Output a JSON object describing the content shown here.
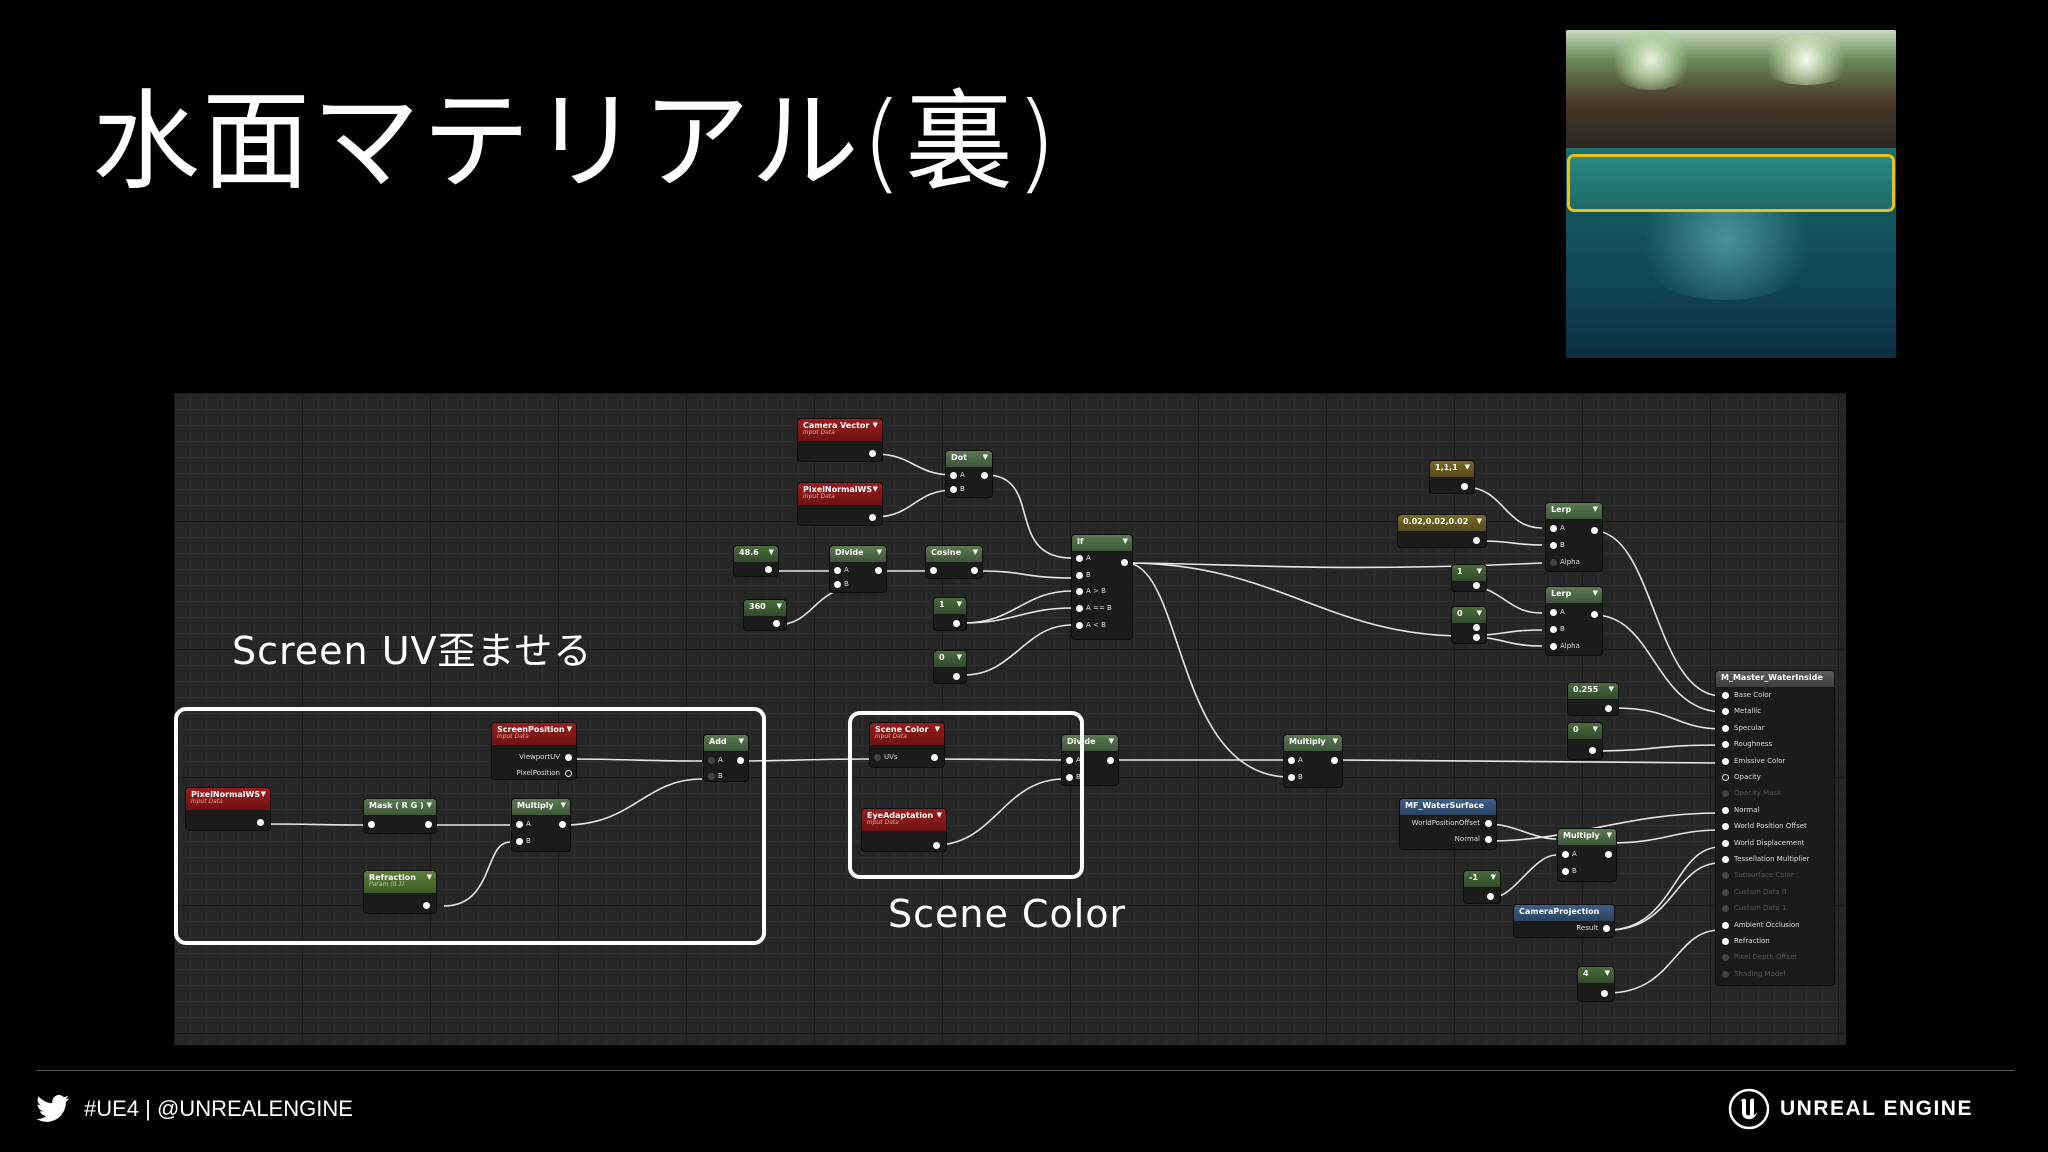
{
  "slide": {
    "title": "水面マテリアル(裏)",
    "footer_handle": "#UE4 | @UNREALENGINE",
    "footer_brand": "UNREAL ENGINE"
  },
  "labels": {
    "screen_uv": "Screen UV歪ませる",
    "scene_color": "Scene Color"
  },
  "nodes": {
    "camera_vector": {
      "title": "Camera Vector",
      "sub": "Input Data"
    },
    "pixel_normal_top": {
      "title": "PixelNormalWS",
      "sub": "Input Data"
    },
    "dot": {
      "title": "Dot",
      "pins": [
        "A",
        "B"
      ]
    },
    "const_48_6": {
      "title": "48.6"
    },
    "divide1": {
      "title": "Divide",
      "pins": [
        "A",
        "B"
      ]
    },
    "cosine": {
      "title": "Cosine"
    },
    "const_360": {
      "title": "360"
    },
    "const_1a": {
      "title": "1"
    },
    "const_0a": {
      "title": "0"
    },
    "if": {
      "title": "If",
      "pins": [
        "A",
        "B",
        "A > B",
        "A == B",
        "A < B"
      ]
    },
    "const_111": {
      "title": "1,1,1"
    },
    "const_002": {
      "title": "0.02,0.02,0.02"
    },
    "lerp1": {
      "title": "Lerp",
      "pins": [
        "A",
        "B",
        "Alpha"
      ]
    },
    "const_1b": {
      "title": "1"
    },
    "const_0b": {
      "title": "0"
    },
    "lerp2": {
      "title": "Lerp",
      "pins": [
        "A",
        "B",
        "Alpha"
      ]
    },
    "screen_position": {
      "title": "ScreenPosition",
      "sub": "Input Data",
      "pins": [
        "ViewportUV",
        "PixelPosition"
      ]
    },
    "add": {
      "title": "Add",
      "pins": [
        "A",
        "B"
      ]
    },
    "pixel_normal_bottom": {
      "title": "PixelNormalWS",
      "sub": "Input Data"
    },
    "mask": {
      "title": "Mask ( R G )"
    },
    "multiply1": {
      "title": "Multiply",
      "pins": [
        "A",
        "B"
      ]
    },
    "refraction": {
      "title": "Refraction",
      "sub": "Param (0.1)"
    },
    "scene_color": {
      "title": "Scene Color",
      "sub": "Input Data",
      "pins": [
        "UVs"
      ]
    },
    "divide2": {
      "title": "Divide",
      "pins": [
        "A",
        "B"
      ]
    },
    "eye_adaptation": {
      "title": "EyeAdaptation",
      "sub": "Input Data"
    },
    "multiply2": {
      "title": "Multiply",
      "pins": [
        "A",
        "B"
      ]
    },
    "const_0255": {
      "title": "0.255"
    },
    "const_0c": {
      "title": "0"
    },
    "mf_water": {
      "title": "MF_WaterSurface",
      "pins": [
        "WorldPositionOffset",
        "Normal"
      ]
    },
    "multiply3": {
      "title": "Multiply",
      "pins": [
        "A",
        "B"
      ]
    },
    "const_m1": {
      "title": "-1"
    },
    "camera_projection": {
      "title": "CameraProjection",
      "pins": [
        "Result"
      ]
    },
    "const_4": {
      "title": "4"
    },
    "master": {
      "title": "M_Master_WaterInside",
      "pins": [
        "Base Color",
        "Metallic",
        "Specular",
        "Roughness",
        "Emissive Color",
        "Opacity",
        "Opacity Mask",
        "Normal",
        "World Position Offset",
        "World Displacement",
        "Tessellation Multiplier",
        "Subsurface Color",
        "Custom Data 0",
        "Custom Data 1",
        "Ambient Occlusion",
        "Refraction",
        "Pixel Depth Offset",
        "Shading Model"
      ],
      "active": [
        1,
        1,
        1,
        1,
        1,
        1,
        0,
        1,
        1,
        1,
        1,
        0,
        0,
        0,
        1,
        1,
        0,
        0
      ]
    }
  },
  "colors": {
    "frame": "#ffffff",
    "highlight": "#e8c21a",
    "graph_bg": "#262626"
  }
}
